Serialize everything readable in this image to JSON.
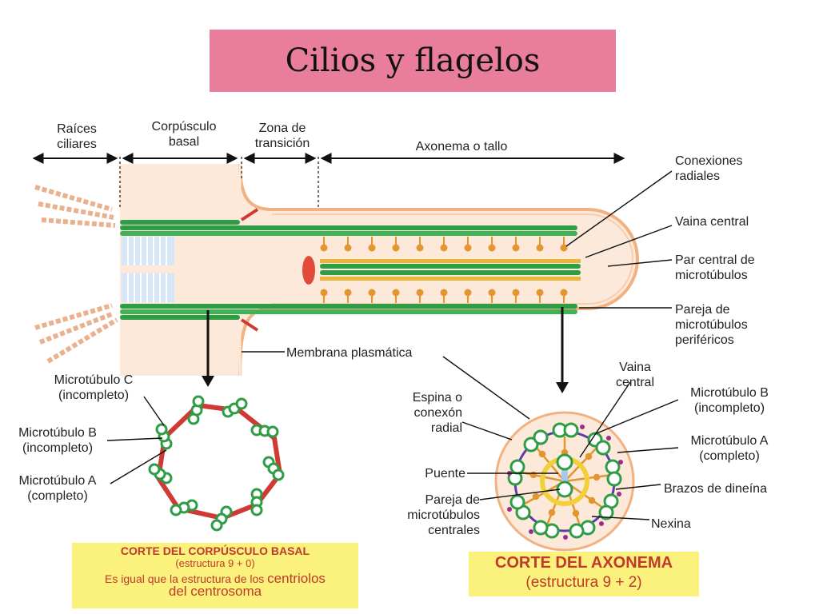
{
  "title": "Cilios y flagelos",
  "labels": {
    "raices": "Raíces ciliares",
    "corpusculo": "Corpúsculo basal",
    "zona": "Zona de transición",
    "axonema": "Axonema o tallo",
    "conexiones": "Conexiones radiales",
    "vaina": "Vaina central",
    "par_central": "Par central de microtúbulos",
    "pareja_perifericos": "Pareja de microtúbulos periféricos",
    "membrana": "Membrana plasmática",
    "mt_c": "Microtúbulo C (incompleto)",
    "mt_b_left": "Microtúbulo B (incompleto)",
    "mt_a_left": "Microtúbulo A (completo)",
    "espina": "Espina o conexón radial",
    "puente": "Puente",
    "pareja_centrales": "Pareja de microtúbulos centrales",
    "vaina2": "Vaina central",
    "mt_b_right": "Microtúbulo B (incompleto)",
    "mt_a_right": "Microtúbulo A (completo)",
    "brazos": "Brazos de dineína",
    "nexina": "Nexina"
  },
  "basal_box": {
    "title": "CORTE DEL CORPÚSCULO BASAL",
    "subtitle": "(estructura 9 + 0)",
    "desc_a": "Es igual que la estructura de los ",
    "desc_b": "centriolos",
    "desc_c": "del centrosoma"
  },
  "axonema_box": {
    "title": "CORTE DEL AXONEMA",
    "subtitle": "(estructura 9 + 2)"
  },
  "colors": {
    "title_bg": "#e87e9b",
    "membrane": "#f2b181",
    "cytoplasm": "#fde9d9",
    "microtubule": "#2e9d45",
    "spoke": "#e2962f",
    "red": "#d03a34",
    "yellow_box": "#fbf27e",
    "caption_text": "#c0392b"
  }
}
